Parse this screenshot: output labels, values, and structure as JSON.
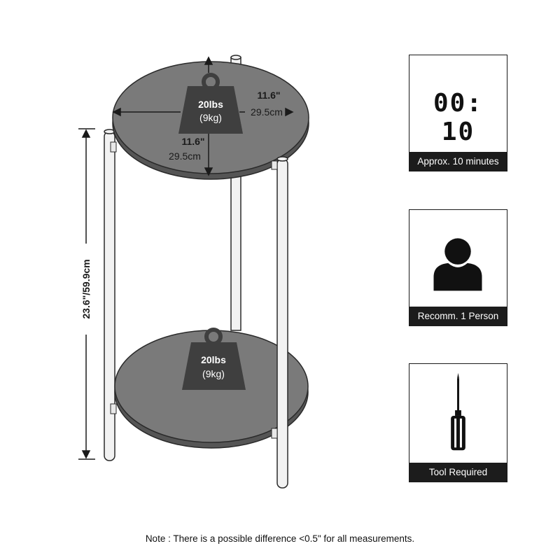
{
  "product": {
    "top_shelf": {
      "load_weight": "20lbs",
      "load_weight_metric": "(9kg)",
      "width_in": "11.6\"",
      "width_cm": "29.5cm",
      "depth_in": "11.6\"",
      "depth_cm": "29.5cm"
    },
    "bottom_shelf": {
      "load_weight": "20lbs",
      "load_weight_metric": "(9kg)"
    },
    "height_label": "23.6\"/59.9cm"
  },
  "info_cards": [
    {
      "icon": "timer-icon",
      "display": "00: 10",
      "label": "Approx. 10 minutes"
    },
    {
      "icon": "person-icon",
      "label": "Recomm. 1 Person"
    },
    {
      "icon": "screwdriver-icon",
      "label": "Tool Required"
    }
  ],
  "note": "Note : There is a possible difference <0.5\" for all measurements.",
  "colors": {
    "shelf_fill": "#7a7a7a",
    "shelf_edge": "#5a5a5a",
    "leg_fill": "#f2f2f2",
    "outline": "#2a2a2a",
    "weight_icon": "#3f3f3f",
    "label_bar": "#1c1c1c"
  }
}
